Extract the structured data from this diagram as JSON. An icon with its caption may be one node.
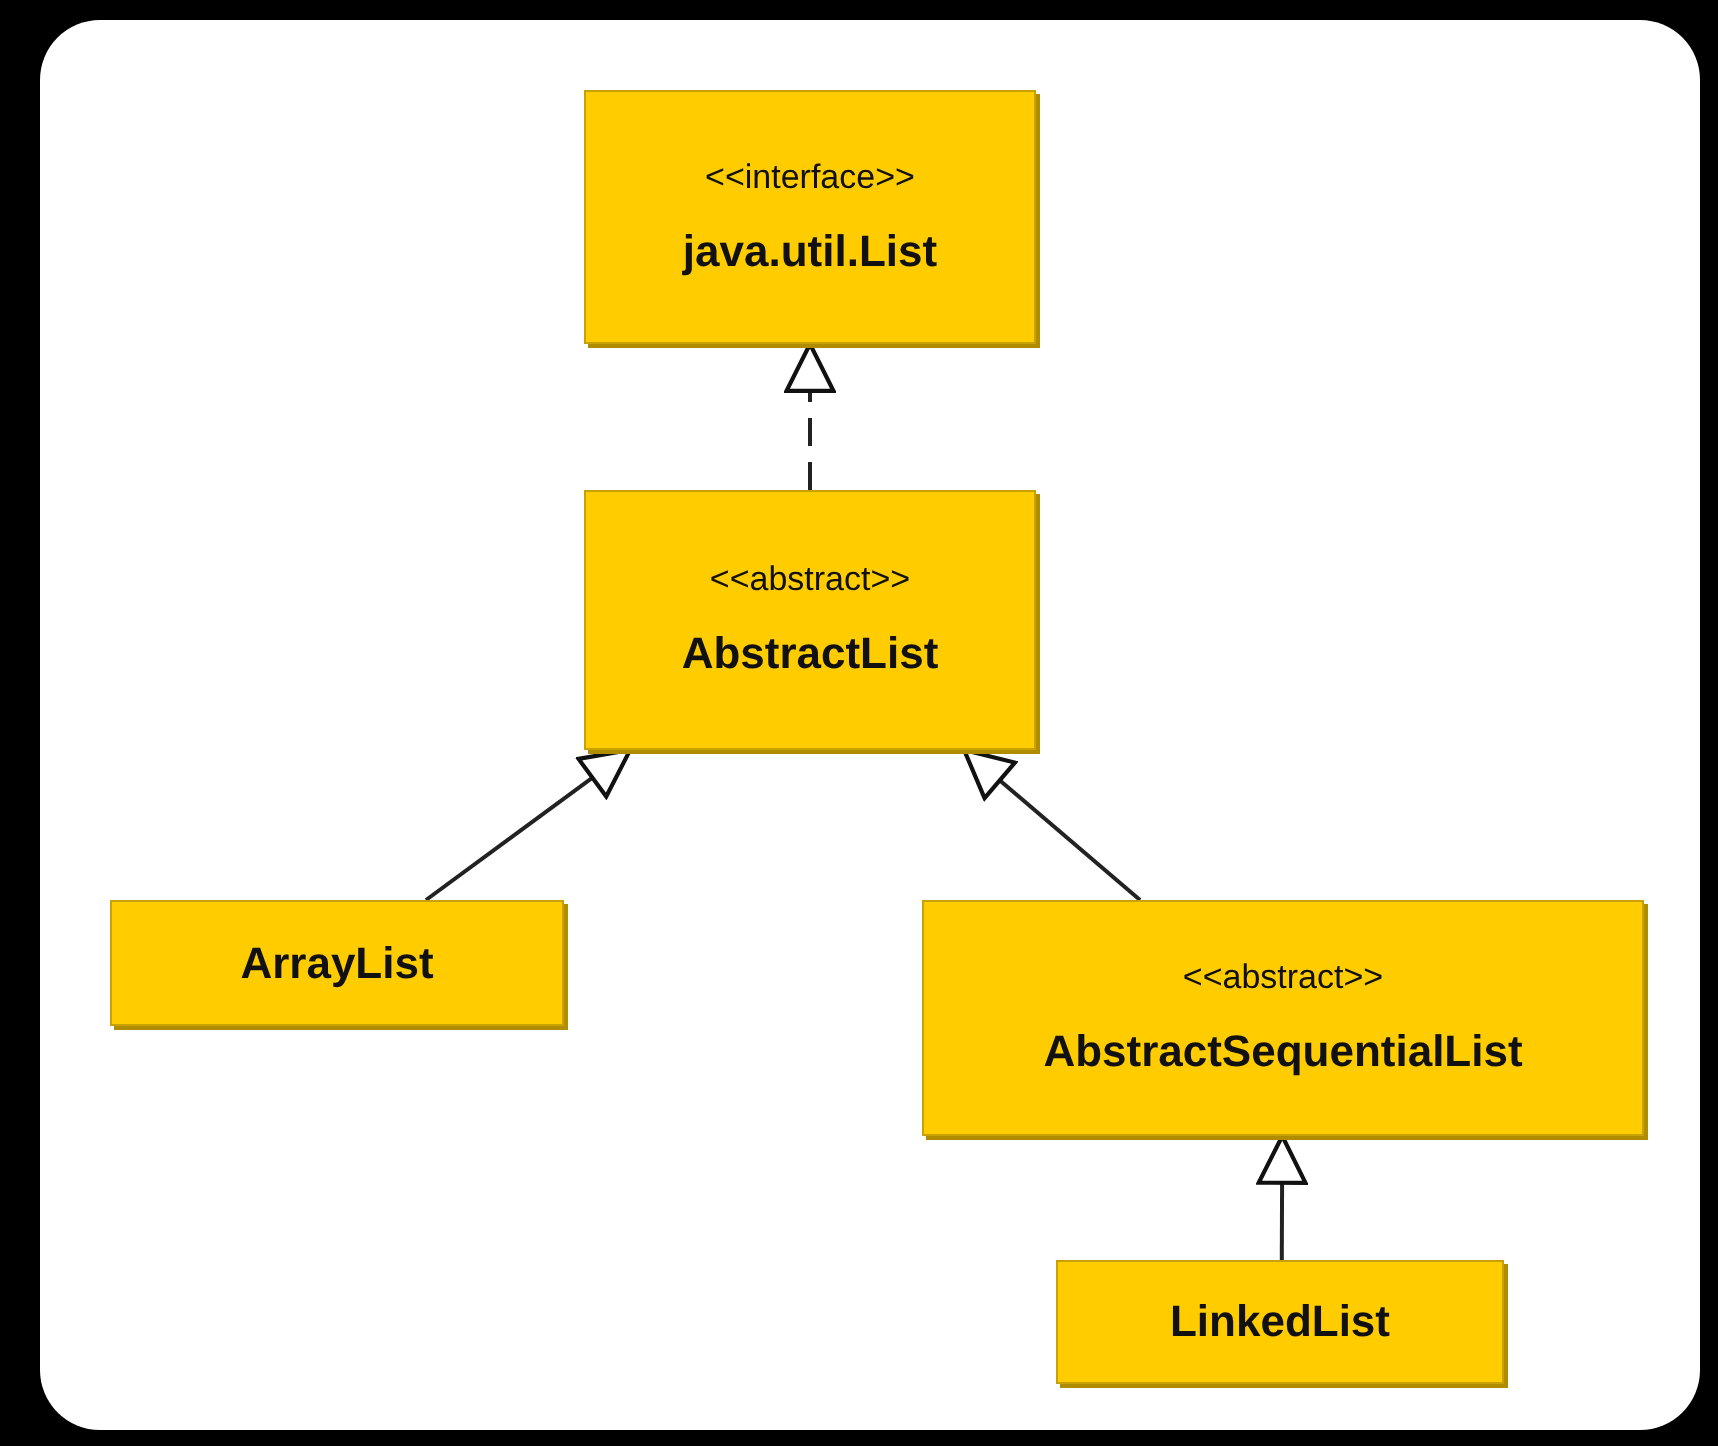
{
  "diagram": {
    "nodes": [
      {
        "text": [
          "<<interface>>",
          "java.util.List"
        ]
      },
      {
        "text": [
          "<<abstract>>",
          "AbstractList"
        ]
      },
      {
        "text": [
          "ArrayList"
        ]
      },
      {
        "text": [
          "<<abstract>>",
          "AbstractSequentialList"
        ]
      },
      {
        "text": [
          "LinkedList"
        ]
      }
    ],
    "edges": [
      {
        "from": 1,
        "to": 0,
        "arrow": "to",
        "style": "dashed"
      },
      {
        "from": 2,
        "to": 1,
        "arrow": "to"
      },
      {
        "from": 3,
        "to": 1,
        "arrow": "to"
      },
      {
        "from": 4,
        "to": 3,
        "arrow": "to"
      }
    ]
  }
}
